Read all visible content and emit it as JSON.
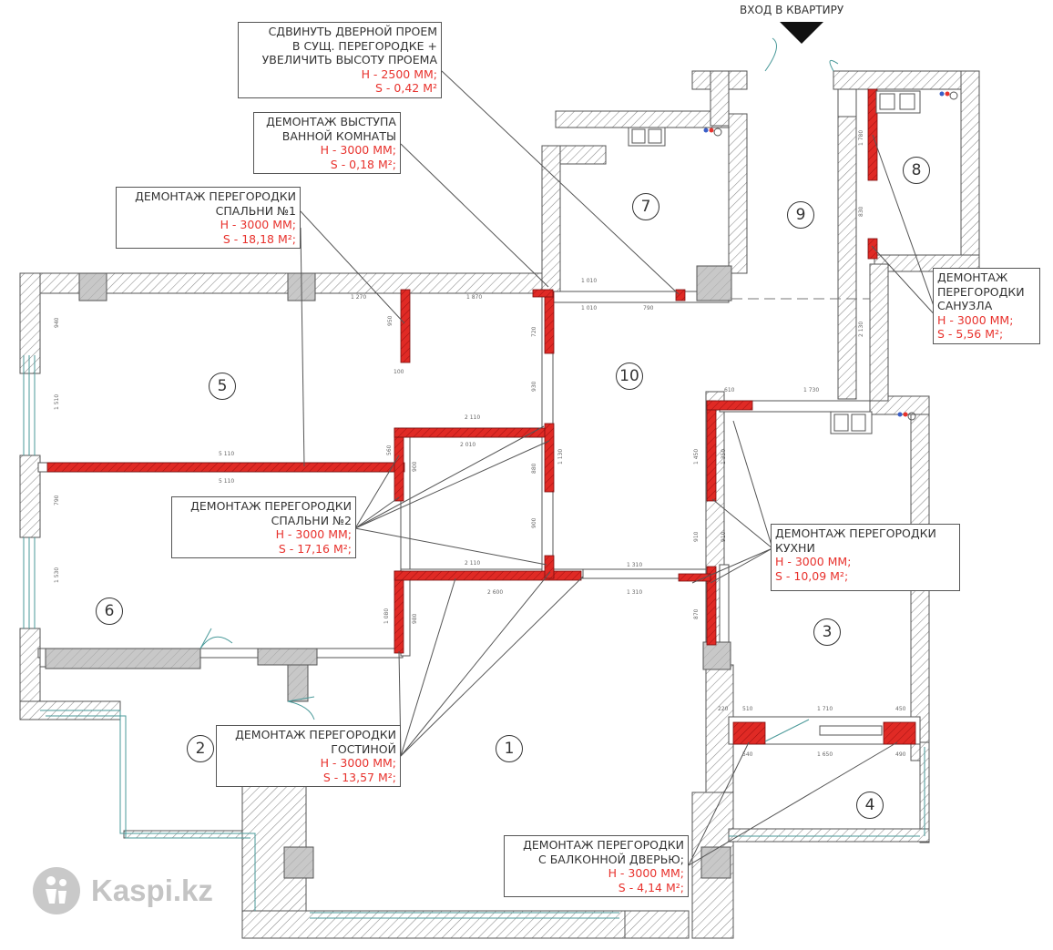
{
  "entrance_label": "ВХОД В КВАРТИРУ",
  "rooms": [
    "1",
    "2",
    "3",
    "4",
    "5",
    "6",
    "7",
    "8",
    "9",
    "10"
  ],
  "callouts": {
    "door_shift": {
      "lines": [
        "СДВИНУТЬ ДВЕРНОЙ ПРОЕМ",
        "В СУЩ. ПЕРЕГОРОДКЕ +",
        "УВЕЛИЧИТЬ ВЫСОТУ ПРОЕМА"
      ],
      "h": "H - 2500 MM;",
      "s": "S - 0,42 M²"
    },
    "bath_protrusion": {
      "lines": [
        "ДЕМОНТАЖ ВЫСТУПА",
        "ВАННОЙ КОМНАТЫ"
      ],
      "h": "H - 3000 MM;",
      "s": "S - 0,18 M²;"
    },
    "bedroom1": {
      "lines": [
        "ДЕМОНТАЖ ПЕРЕГОРОДКИ",
        "СПАЛЬНИ №1"
      ],
      "h": "H - 3000 MM;",
      "s": "S - 18,18 M²;"
    },
    "wc": {
      "lines": [
        "ДЕМОНТАЖ",
        "ПЕРЕГОРОДКИ",
        "САНУЗЛА"
      ],
      "h": "H - 3000 MM;",
      "s": "S - 5,56 M²;"
    },
    "bedroom2": {
      "lines": [
        "ДЕМОНТАЖ ПЕРЕГОРОДКИ",
        "СПАЛЬНИ №2"
      ],
      "h": "H - 3000 MM;",
      "s": "S - 17,16 M²;"
    },
    "kitchen": {
      "lines": [
        "ДЕМОНТАЖ ПЕРЕГОРОДКИ",
        "КУХНИ"
      ],
      "h": "H - 3000 MM;",
      "s": "S - 10,09 M²;"
    },
    "living": {
      "lines": [
        "ДЕМОНТАЖ ПЕРЕГОРОДКИ",
        "ГОСТИНОЙ"
      ],
      "h": "H - 3000 MM;",
      "s": "S - 13,57 M²;"
    },
    "balcony": {
      "lines": [
        "ДЕМОНТАЖ ПЕРЕГОРОДКИ",
        "С БАЛКОННОЙ ДВЕРЬЮ;"
      ],
      "h": "H - 3000 MM;",
      "s": "S - 4,14 M²;"
    }
  },
  "dimensions": {
    "d1270": "1 270",
    "d1870": "1 870",
    "d940": "940",
    "d1510": "1 510",
    "d5110a": "5 110",
    "d5110b": "5 110",
    "d790": "790",
    "d1530": "1 530",
    "d950": "950",
    "d100": "100",
    "d1010a": "1 010",
    "d1010b": "1 010",
    "d2110a": "2 110",
    "d2010": "2 010",
    "d2110b": "2 110",
    "d2600": "2 600",
    "d1310a": "1 310",
    "d1310b": "1 310",
    "d1730": "1 730",
    "d610": "610",
    "d1450": "1 450",
    "d1350": "1 350",
    "d910a": "910",
    "d910b": "910",
    "d1710": "1 710",
    "d1650": "1 650",
    "d2130": "2 130",
    "d1780": "1 780",
    "d830": "830",
    "d880": "880",
    "d560": "560",
    "d900a": "900",
    "d900b": "900",
    "d1130": "1 130",
    "d930": "930",
    "d720": "720",
    "d870": "870",
    "d1080": "1 080",
    "d980": "980",
    "d510": "510",
    "d540": "540",
    "d450": "450",
    "d490": "490",
    "d220": "220"
  },
  "colors": {
    "demolish": "#e8322d",
    "wall_line": "#555555",
    "hatch": "#999999",
    "column": "#c8c8c8",
    "window": "#4a9a9a"
  },
  "logo_text": "Kaspi.kz"
}
